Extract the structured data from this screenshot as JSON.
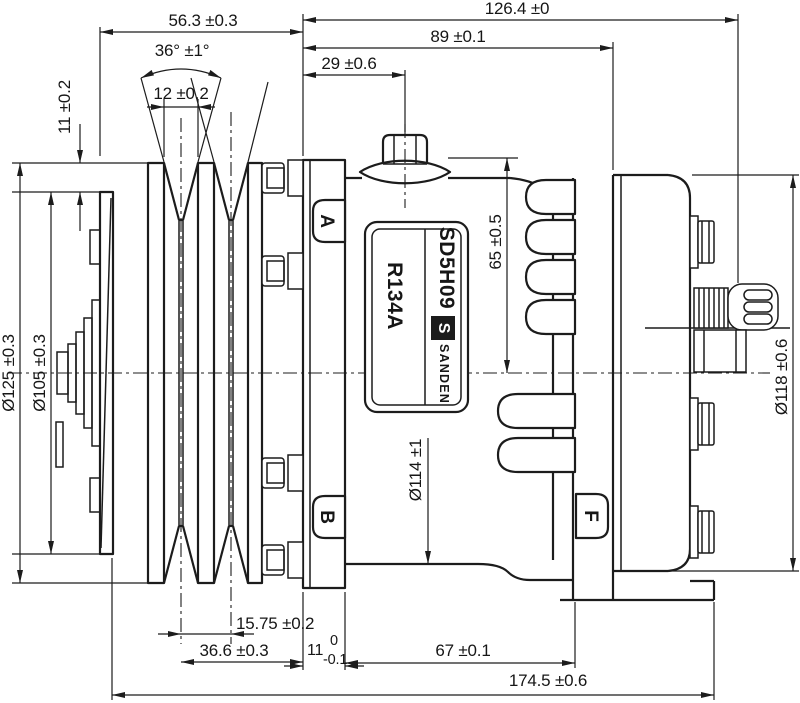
{
  "labels": {
    "model": "SD5H09",
    "refrigerant": "R134A",
    "brand": "SANDEN",
    "brand_logo_letter": "S",
    "tag_a": "A",
    "tag_b": "B",
    "tag_f": "F"
  },
  "dimensions": {
    "clutch_to_mount_face": "56.3 ±0.3",
    "mount_face_to_rear": "126.4 ±0",
    "mount_face_to_head_rear": "89 ±0.1",
    "mount_face_to_plug": "29 ±0.6",
    "groove_angle": "36° ±1°",
    "groove_width": "12 ±0.2",
    "pulley_rim_offset": "11 ±0.2",
    "pulley_od": "Ø125 ±0.3",
    "clutch_od": "Ø105 ±0.3",
    "centerline_to_top": "65 ±0.5",
    "body_od": "Ø114 ±1",
    "rear_head_od": "Ø118 ±0.6",
    "groove_spacing": "15.75 ±0.2",
    "groove_to_mount_face": "36.6 ±0.3",
    "mount_plate_thickness": "11",
    "mount_plate_tol_upper": "0",
    "mount_plate_tol_lower": "-0.1",
    "mount_face_to_rear_foot": "67 ±0.1",
    "overall_length": "174.5 ±0.6"
  },
  "colors": {
    "line": "#1c1c1c",
    "background": "#ffffff"
  }
}
